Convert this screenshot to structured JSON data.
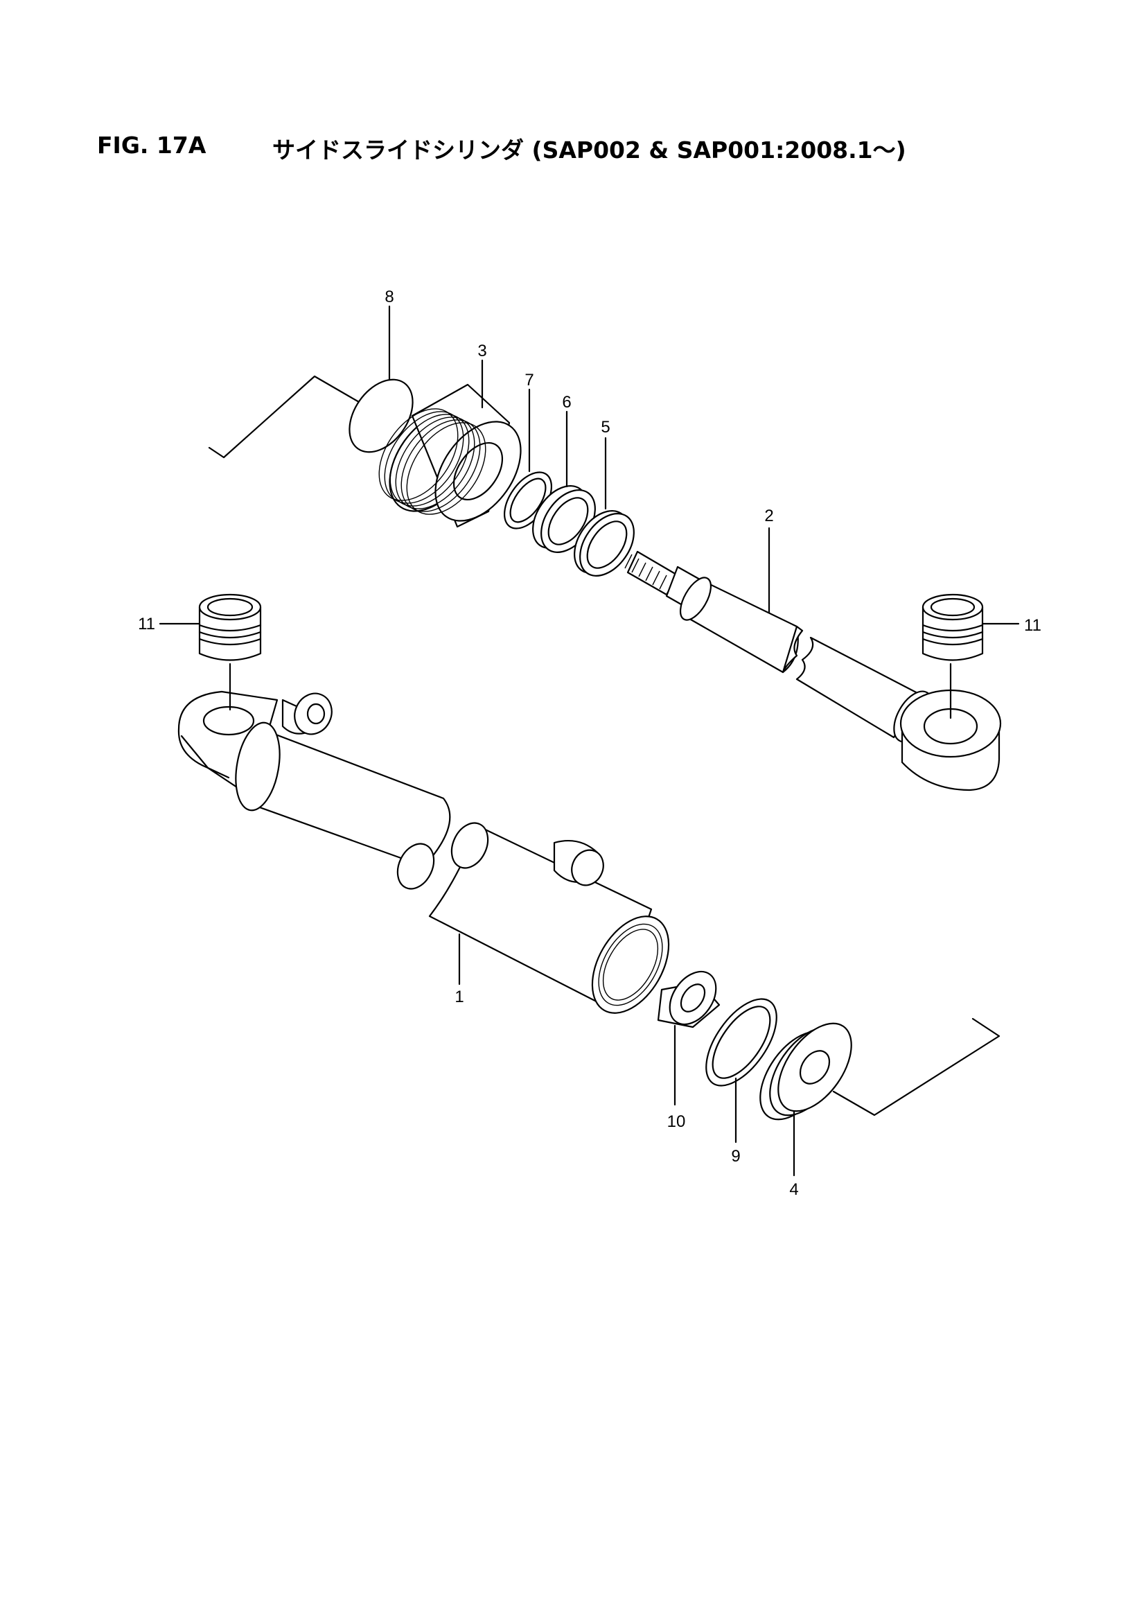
{
  "header": {
    "figure_number": "FIG. 17A",
    "title": "サイドスライドシリンダ (SAP002 & SAP001:2008.1～)"
  },
  "callouts": [
    {
      "id": "callout-1",
      "label": "1"
    },
    {
      "id": "callout-2",
      "label": "2"
    },
    {
      "id": "callout-3",
      "label": "3"
    },
    {
      "id": "callout-4",
      "label": "4"
    },
    {
      "id": "callout-5",
      "label": "5"
    },
    {
      "id": "callout-6",
      "label": "6"
    },
    {
      "id": "callout-7",
      "label": "7"
    },
    {
      "id": "callout-8",
      "label": "8"
    },
    {
      "id": "callout-9",
      "label": "9"
    },
    {
      "id": "callout-10",
      "label": "10"
    },
    {
      "id": "callout-11-left",
      "label": "11"
    },
    {
      "id": "callout-11-right",
      "label": "11"
    }
  ]
}
